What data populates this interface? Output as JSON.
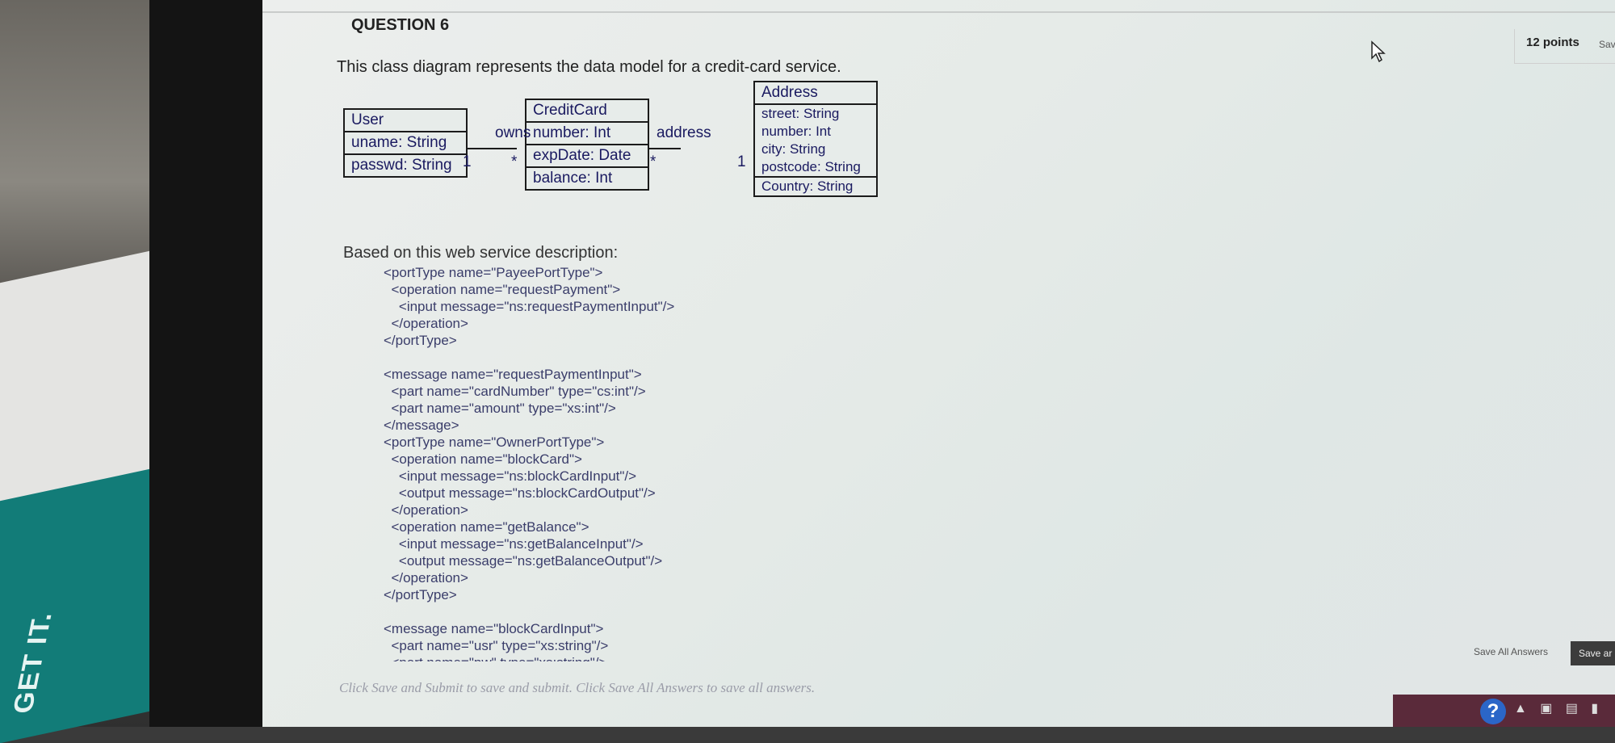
{
  "question": {
    "title": "QUESTION 6",
    "points": "12 points",
    "save_short": "Sav",
    "intro": "This class diagram represents the data model for a credit-card service.",
    "based_on": "Based on this web service description:"
  },
  "uml": {
    "user": {
      "name": "User",
      "attrs": [
        "uname: String",
        "passwd: String"
      ]
    },
    "creditcard": {
      "name": "CreditCard",
      "attrs": [
        "number: Int",
        "expDate: Date",
        "balance: Int"
      ]
    },
    "address": {
      "name": "Address",
      "attrs": [
        "street: String",
        "number: Int",
        "city: String",
        "postcode: String",
        "Country: String"
      ]
    },
    "assoc_owns": {
      "label": "owns",
      "left_mult": "1",
      "right_mult": "*"
    },
    "assoc_address": {
      "label": "address",
      "left_mult": "*",
      "right_mult": "1"
    }
  },
  "code_lines": [
    "<portType name=\"PayeePortType\">",
    "  <operation name=\"requestPayment\">",
    "    <input message=\"ns:requestPaymentInput\"/>",
    "  </operation>",
    "</portType>",
    "",
    "<message name=\"requestPaymentInput\">",
    "  <part name=\"cardNumber\" type=\"cs:int\"/>",
    "  <part name=\"amount\" type=\"xs:int\"/>",
    "</message>",
    "<portType name=\"OwnerPortType\">",
    "  <operation name=\"blockCard\">",
    "    <input message=\"ns:blockCardInput\"/>",
    "    <output message=\"ns:blockCardOutput\"/>",
    "  </operation>",
    "  <operation name=\"getBalance\">",
    "    <input message=\"ns:getBalanceInput\"/>",
    "    <output message=\"ns:getBalanceOutput\"/>",
    "  </operation>",
    "</portType>",
    "",
    "<message name=\"blockCardInput\">",
    "  <part name=\"usr\" type=\"xs:string\"/>",
    "  <part name=\"pw\" type=\"xs:string\"/>"
  ],
  "footer": {
    "instructions": "Click Save and Submit to save and submit. Click Save All Answers to save all answers.",
    "save_all_label": "Save All Answers",
    "save_submit_label": "Save ar"
  },
  "icons": {
    "help": "?",
    "cursor": "arrow-cursor-icon"
  },
  "background_text": {
    "book": "GET IT."
  }
}
